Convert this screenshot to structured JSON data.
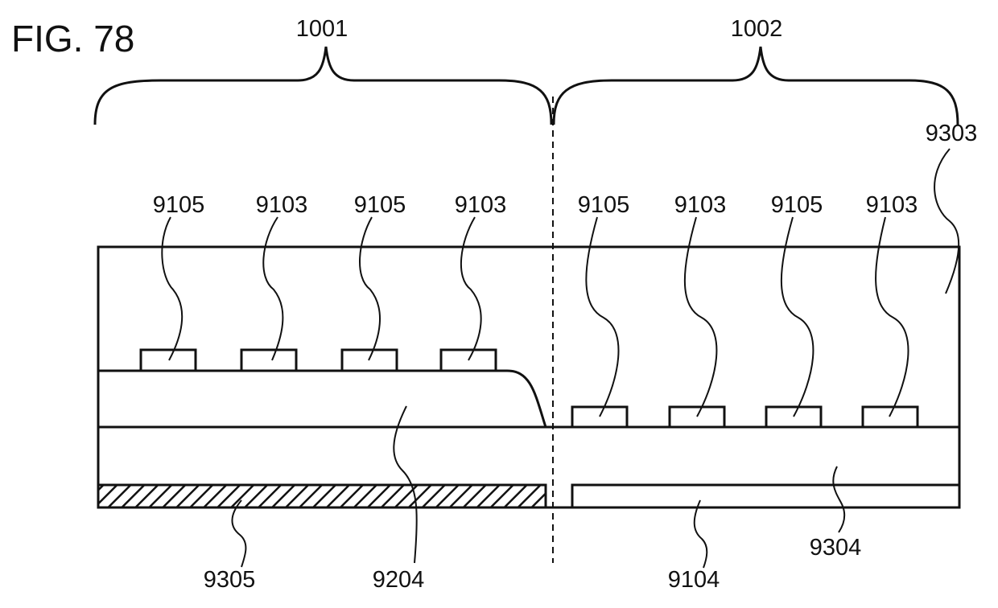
{
  "figure": {
    "title": "FIG. 78"
  },
  "regions": [
    {
      "id": "region-left",
      "label": "1001"
    },
    {
      "id": "region-right",
      "label": "1002"
    }
  ],
  "top_labels_left": [
    "9105",
    "9103",
    "9105",
    "9103"
  ],
  "top_labels_right": [
    "9105",
    "9103",
    "9105",
    "9103"
  ],
  "side_labels": {
    "upper_substrate": "9303"
  },
  "bottom_labels": {
    "hatched_layer": "9305",
    "step_layer": "9204",
    "right_plate": "9104",
    "middle_layer": "9304"
  }
}
